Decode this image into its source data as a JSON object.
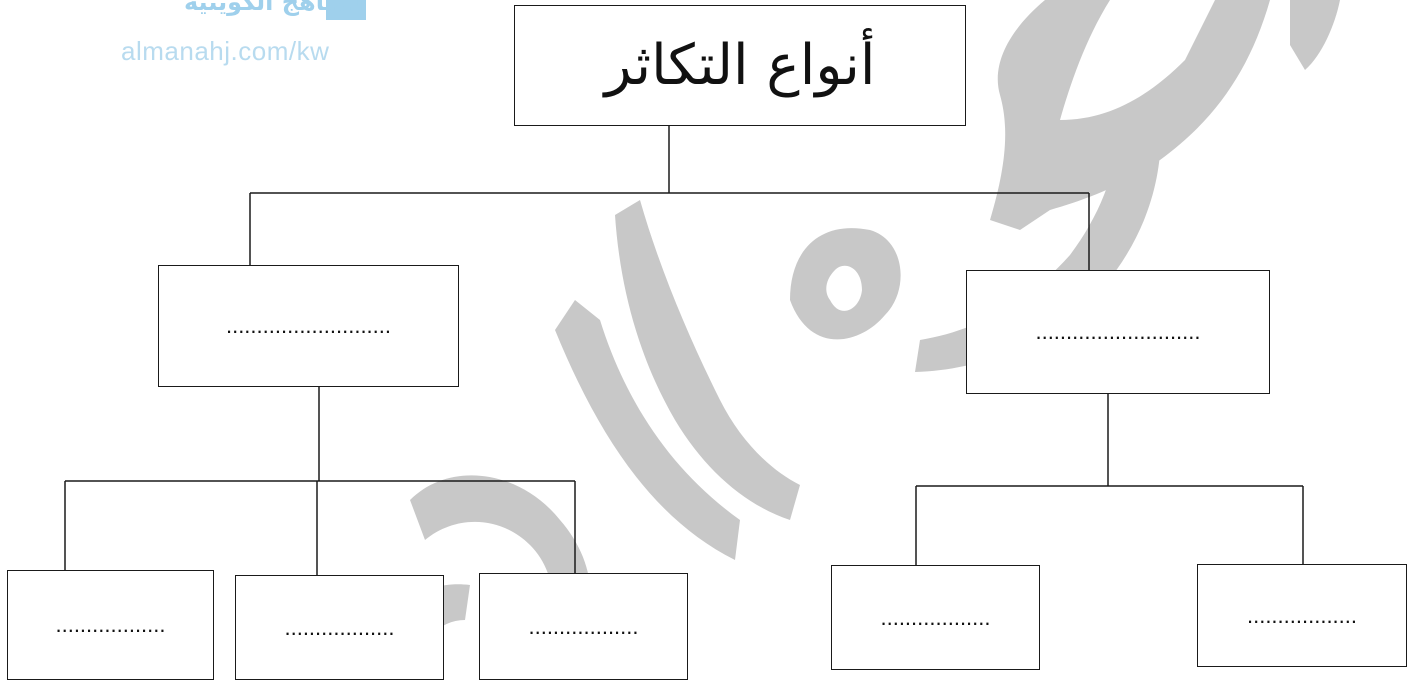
{
  "watermark": {
    "site_arabic": "المناهج الكويتية",
    "site_url": "almanahj.com/kw",
    "calligraphy_color": "#c8c8c8",
    "brand_color": "#9fd0ec"
  },
  "diagram": {
    "root": {
      "label": "أنواع التكاثر"
    },
    "level1": [
      {
        "label": "..........................."
      },
      {
        "label": "..........................."
      }
    ],
    "level2_left": [
      {
        "label": ".................."
      },
      {
        "label": ".................."
      },
      {
        "label": ".................."
      }
    ],
    "level2_right": [
      {
        "label": ".................."
      },
      {
        "label": ".................."
      }
    ]
  }
}
